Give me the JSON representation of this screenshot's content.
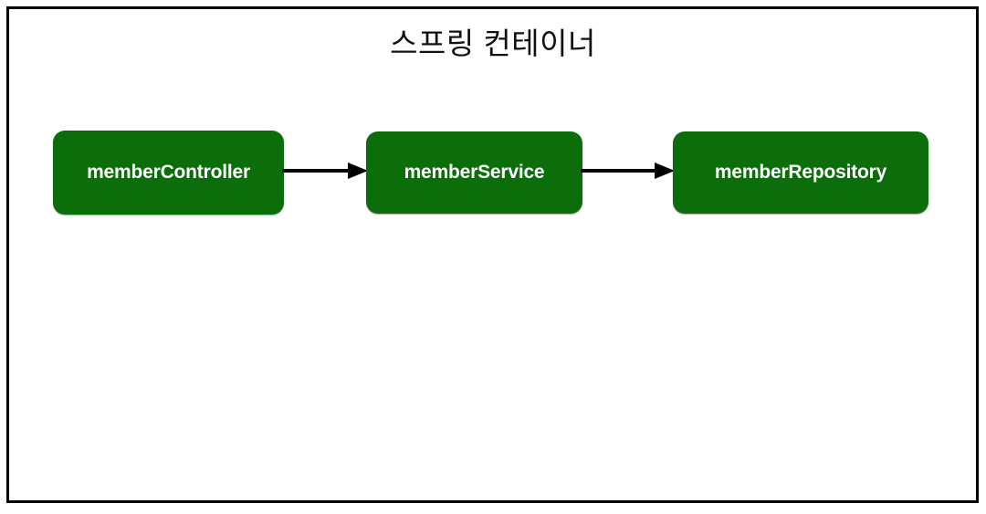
{
  "diagram": {
    "title": "스프링 컨테이너",
    "frame": {
      "name": "spring-container-frame",
      "border_color": "#000000",
      "background_color": "#ffffff"
    },
    "bean_color": "#0b6e0b",
    "bean_text_color": "#ffffff",
    "arrow_color": "#000000",
    "nodes": [
      {
        "id": "memberController",
        "label": "memberController"
      },
      {
        "id": "memberService",
        "label": "memberService"
      },
      {
        "id": "memberRepository",
        "label": "memberRepository"
      }
    ],
    "edges": [
      {
        "from": "memberController",
        "to": "memberService",
        "style": "solid-arrow"
      },
      {
        "from": "memberService",
        "to": "memberRepository",
        "style": "solid-arrow"
      }
    ]
  }
}
